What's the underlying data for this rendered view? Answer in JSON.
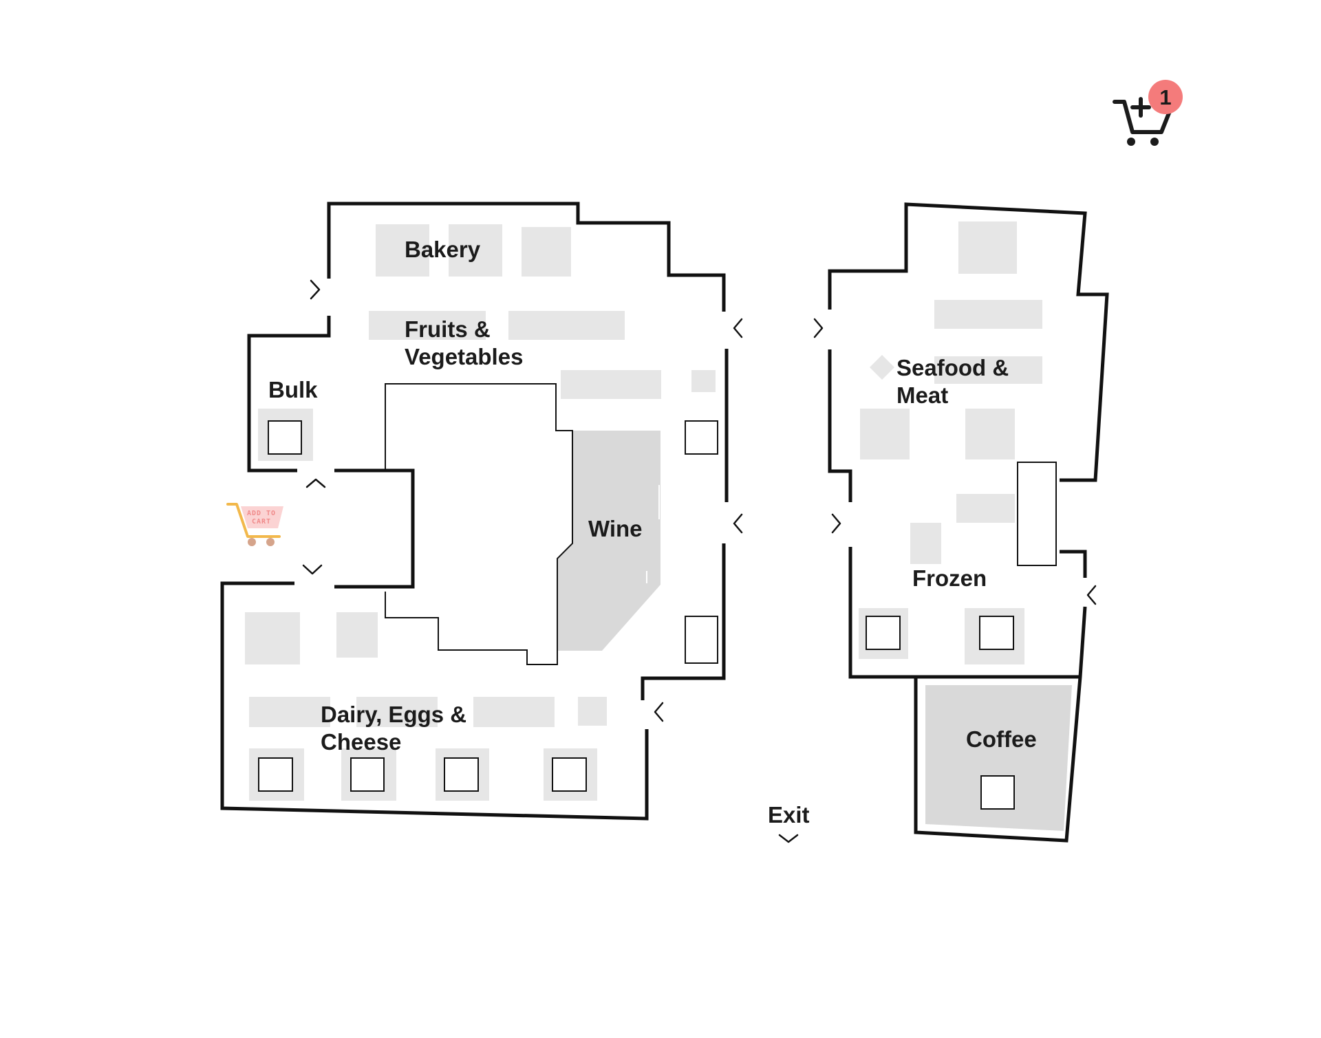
{
  "map": {
    "sections": {
      "bakery": "Bakery",
      "fruits_vegetables_line1": "Fruits &",
      "fruits_vegetables_line2": "Vegetables",
      "bulk": "Bulk",
      "wine": "Wine",
      "dairy_line1": "Dairy, Eggs &",
      "dairy_line2": "Cheese",
      "seafood_line1": "Seafood &",
      "seafood_line2": "Meat",
      "frozen": "Frozen",
      "coffee": "Coffee"
    },
    "exit_label": "Exit"
  },
  "cart": {
    "icon": "cart-plus-icon",
    "badge_count": "1",
    "badge_color": "#f47b7b"
  },
  "shopper": {
    "icon": "shopping-cart-icon",
    "label_line1": "ADD TO",
    "label_line2": "CART",
    "cart_color": "#f2b84b",
    "label_bg": "#fbd3d3"
  },
  "colors": {
    "shelf": "#e6e6e6",
    "highlight_section": "#d9d9d9",
    "wall": "#111111"
  }
}
